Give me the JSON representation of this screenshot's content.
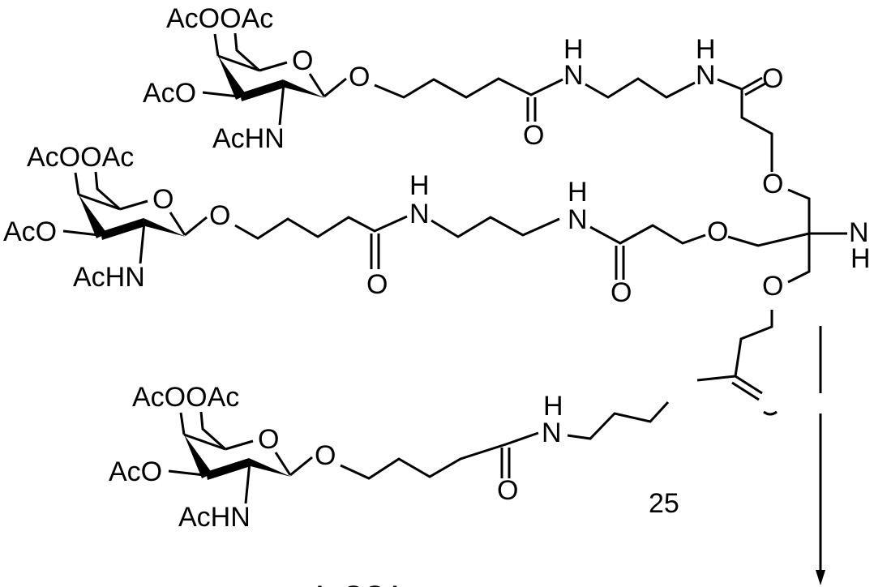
{
  "compound_label": "25",
  "sugar": {
    "top_substituents": "AcOOAc",
    "ring_oxygen": "O",
    "c3_substituent": "AcO",
    "c2_substituent": "AcHN",
    "glycosidic_oxygen": "O"
  },
  "atoms": {
    "oxygen": "O",
    "nitrogen": "N",
    "hydrogen": "H",
    "amide_nh": "HN"
  },
  "cut_off_text": "AcOOAc"
}
